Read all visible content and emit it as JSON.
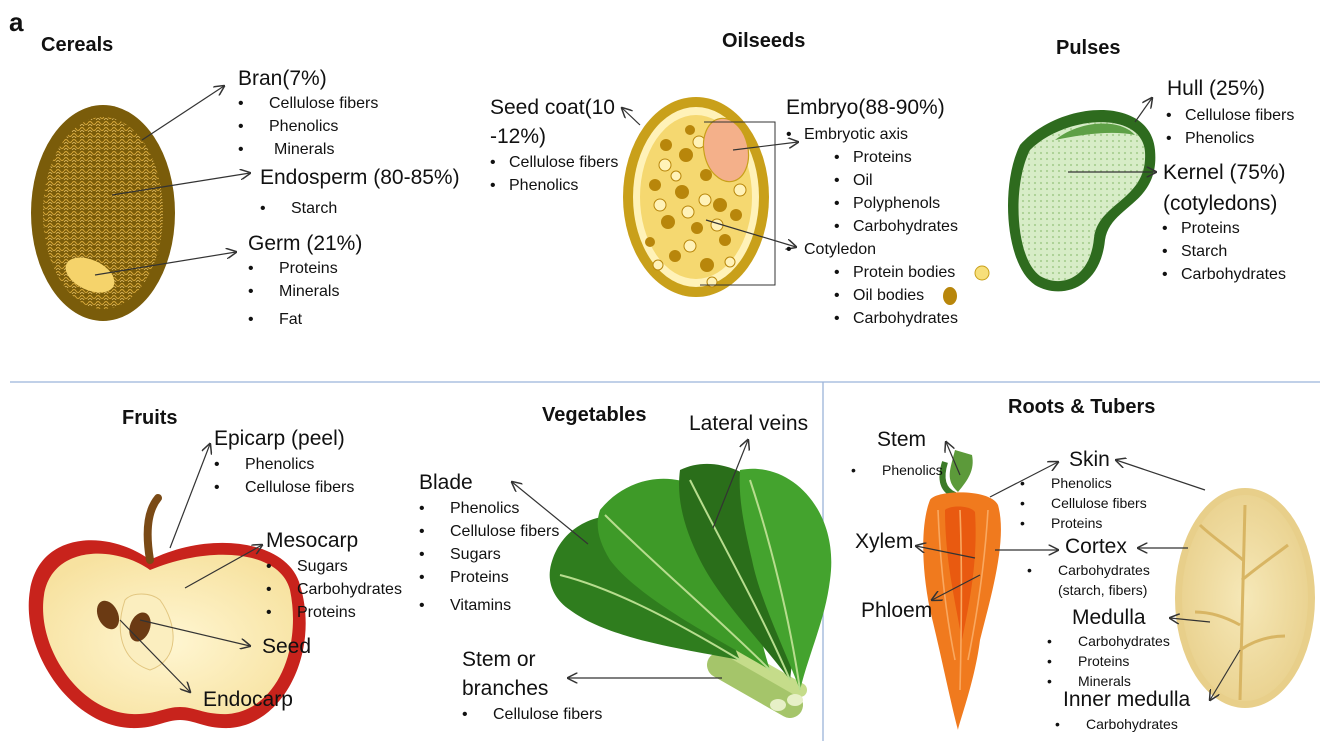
{
  "panel_label": "a",
  "cereals": {
    "title": "Cereals",
    "bran": {
      "label": "Bran(7%)",
      "items": [
        "Cellulose fibers",
        "Phenolics",
        "Minerals"
      ]
    },
    "endosperm": {
      "label": "Endosperm (80-85%)",
      "items": [
        "Starch"
      ]
    },
    "germ": {
      "label": "Germ (21%)",
      "items": [
        "Proteins",
        "Minerals",
        "Fat"
      ]
    }
  },
  "oilseeds": {
    "title": "Oilseeds",
    "seed_coat": {
      "label_line1": "Seed coat(10",
      "label_line2": "-12%)",
      "items": [
        "Cellulose fibers",
        "Phenolics"
      ]
    },
    "embryo": {
      "label": "Embryo(88-90%)",
      "axis_label": "Embryotic axis",
      "axis_items": [
        "Proteins",
        "Oil",
        "Polyphenols",
        "Carbohydrates"
      ],
      "cotyledon_label": "Cotyledon",
      "cotyledon_items": [
        "Protein bodies",
        "Oil bodies",
        "Carbohydrates"
      ]
    }
  },
  "pulses": {
    "title": "Pulses",
    "hull": {
      "label": "Hull (25%)",
      "items": [
        "Cellulose fibers",
        "Phenolics"
      ]
    },
    "kernel": {
      "label_line1": "Kernel (75%)",
      "label_line2": "(cotyledons)",
      "items": [
        "Proteins",
        "Starch",
        "Carbohydrates"
      ]
    }
  },
  "fruits": {
    "title": "Fruits",
    "epicarp": {
      "label": "Epicarp (peel)",
      "items": [
        "Phenolics",
        "Cellulose fibers"
      ]
    },
    "mesocarp": {
      "label": "Mesocarp",
      "items": [
        "Sugars",
        "Carbohydrates",
        "Proteins"
      ]
    },
    "seed": {
      "label": "Seed"
    },
    "endocarp": {
      "label": "Endocarp"
    }
  },
  "vegetables": {
    "title": "Vegetables",
    "lateral_veins": {
      "label": "Lateral veins"
    },
    "blade": {
      "label": "Blade",
      "items": [
        "Phenolics",
        "Cellulose fibers",
        "Sugars",
        "Proteins",
        "Vitamins"
      ]
    },
    "stem": {
      "label_line1": "Stem or",
      "label_line2": "branches",
      "items": [
        "Cellulose fibers"
      ]
    }
  },
  "roots": {
    "title": "Roots & Tubers",
    "stem": {
      "label": "Stem",
      "items": [
        "Phenolics"
      ]
    },
    "skin": {
      "label": "Skin",
      "items": [
        "Phenolics",
        "Cellulose fibers",
        "Proteins"
      ]
    },
    "xylem": {
      "label": "Xylem"
    },
    "phloem": {
      "label": "Phloem"
    },
    "cortex": {
      "label": "Cortex",
      "items": [
        "Carbohydrates",
        "(starch, fibers)"
      ]
    },
    "medulla": {
      "label": "Medulla",
      "items": [
        "Carbohydrates",
        "Proteins",
        "Minerals"
      ]
    },
    "inner_medulla": {
      "label": "Inner medulla",
      "items": [
        "Carbohydrates"
      ]
    }
  },
  "colors": {
    "divider": "#9bb3d9",
    "cereal_shell": "#7a5c0a",
    "oilseed_shell": "#c9a01a",
    "oil_body": "#b8860b",
    "protein_body": "#f7df7a",
    "pulse_hull": "#2e6b1e",
    "pulse_kernel": "#d7ecc7",
    "apple_red": "#c8231c",
    "leaf_green": "#2f7d1e",
    "carrot_orange": "#f07a1e",
    "tuber_beige": "#f0dfa8"
  }
}
